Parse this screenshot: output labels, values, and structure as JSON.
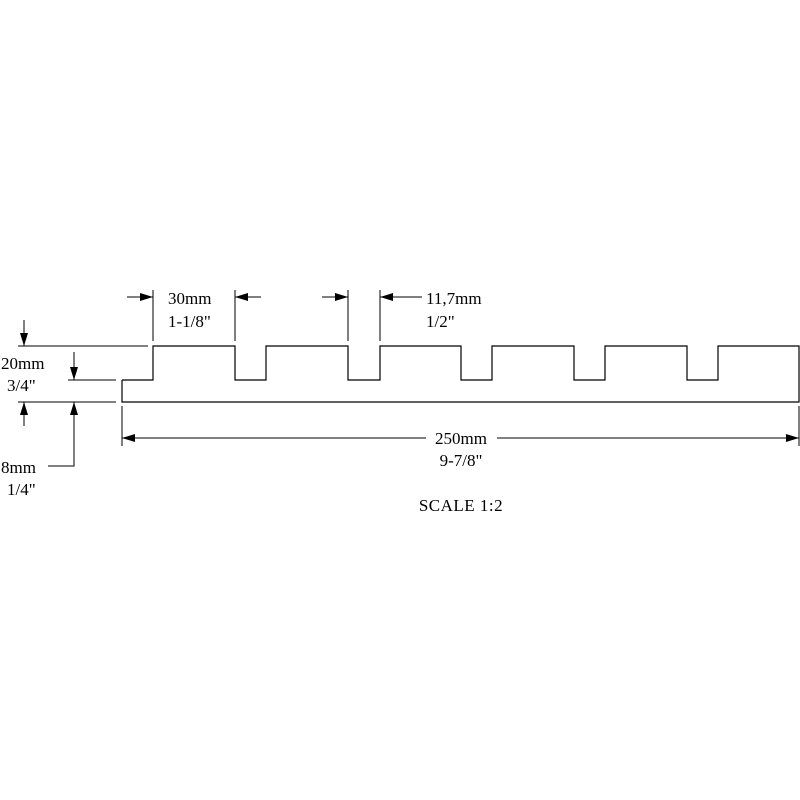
{
  "dimensions": {
    "slot_width": {
      "metric": "30mm",
      "imperial": "1-1/8\""
    },
    "rib_width": {
      "metric": "11,7mm",
      "imperial": "1/2\""
    },
    "total_thickness": {
      "metric": "20mm",
      "imperial": "3/4\""
    },
    "base_thickness": {
      "metric": "8mm",
      "imperial": "1/4\""
    },
    "overall_length": {
      "metric": "250mm",
      "imperial": "9-7/8\""
    }
  },
  "scale_label": "SCALE  1:2",
  "colors": {
    "line": "#000000",
    "background": "#ffffff"
  }
}
